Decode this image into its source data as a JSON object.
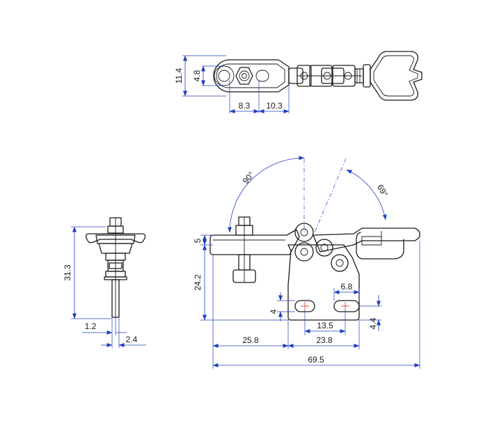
{
  "dimensions": {
    "top_view": {
      "d11_4": "11.4",
      "d4_8": "4.8",
      "d8_3": "8.3",
      "d10_3": "10.3"
    },
    "side_view": {
      "d31_3": "31.3",
      "d1_2": "1.2",
      "d2_4": "2.4"
    },
    "front_view": {
      "angle_90": "90°",
      "angle_69": "69°",
      "d5": "5",
      "d24_2": "24.2",
      "d4": "4",
      "d4_4": "4.4",
      "d6_8": "6.8",
      "d13_5": "13.5",
      "d25_8": "25.8",
      "d23_8": "23.8",
      "d69_5": "69.5"
    }
  },
  "colors": {
    "dimension": "#1f3fbf",
    "outline": "#1a1a1a",
    "hole_center": "#e02020"
  }
}
